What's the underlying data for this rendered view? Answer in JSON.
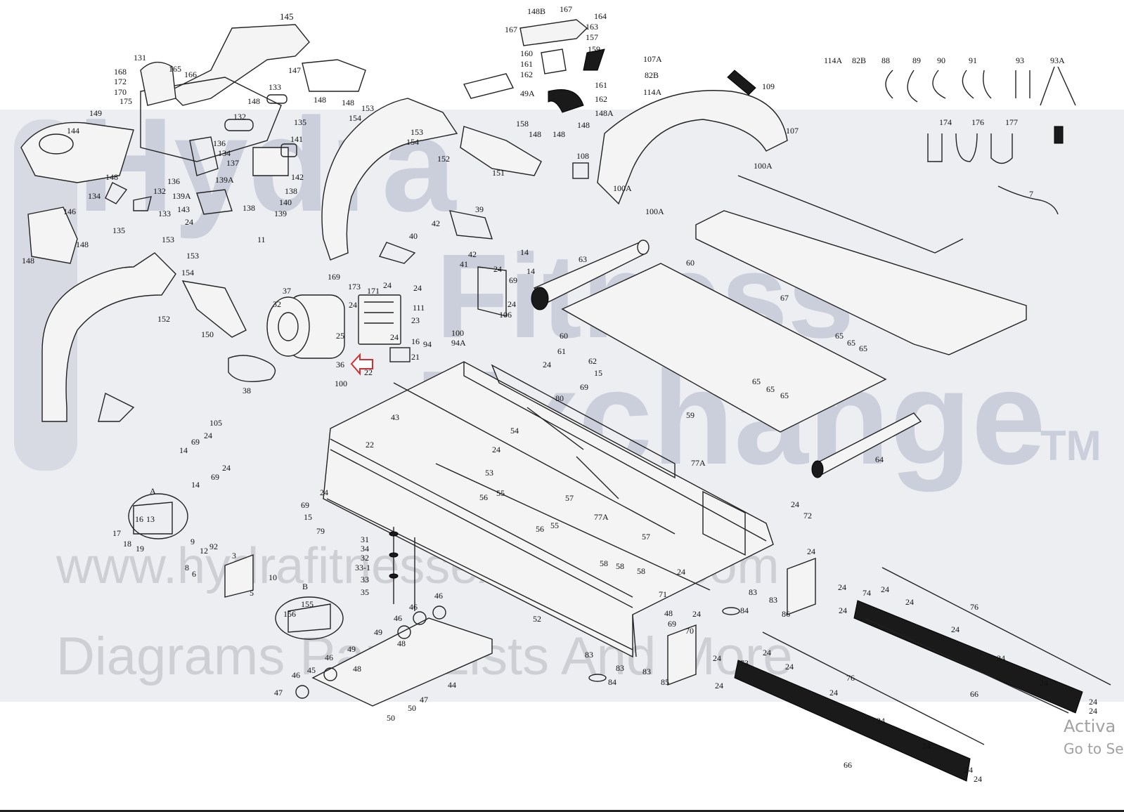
{
  "watermark": {
    "brand_line1": "Hydra",
    "brand_line2": "Fitness",
    "brand_line3": "Exchange",
    "trademark": "TM",
    "url": "www.hydrafitnessexchange.com",
    "tagline": "Diagrams Parts Lists And More"
  },
  "os_overlay": {
    "line1": "Activa",
    "line2": "Go to Se"
  },
  "callout_labels": {
    "p145": "145",
    "p131": "131",
    "p168": "168",
    "p172": "172",
    "p170": "170",
    "p175": "175",
    "p165": "165",
    "p166": "166",
    "p149": "149",
    "p144": "144",
    "p133": "133",
    "p132": "132",
    "p135": "135",
    "p136": "136",
    "p134": "134",
    "p137": "137",
    "p148": "148",
    "p139a": "139A",
    "p141": "141",
    "p142": "142",
    "p138": "138",
    "p140": "140",
    "p139": "139",
    "p143": "143",
    "p147": "147",
    "p146": "146",
    "p153": "153",
    "p154": "154",
    "p152": "152",
    "p150": "150",
    "p11": "11",
    "p37": "37",
    "p32": "32",
    "p38": "38",
    "p36": "36",
    "p25": "25",
    "p23": "23",
    "p24": "24",
    "p111": "111",
    "p169": "169",
    "p173": "173",
    "p171": "171",
    "p40": "40",
    "p42": "42",
    "p39": "39",
    "p41": "41",
    "p151": "151",
    "p148b": "148B",
    "p167": "167",
    "p164": "164",
    "p163": "163",
    "p157": "157",
    "p159": "159",
    "p160": "160",
    "p161": "161",
    "p162": "162",
    "p49a": "49A",
    "p158": "158",
    "p148a": "148A",
    "p107a": "107A",
    "p82b": "82B",
    "p114a": "114A",
    "p109": "109",
    "p107": "107",
    "p100a": "100A",
    "p108": "108",
    "p88": "88",
    "p89": "89",
    "p90": "90",
    "p91": "91",
    "p93": "93",
    "p93a": "93A",
    "p174": "174",
    "p176": "176",
    "p177": "177",
    "p7": "7",
    "p63": "63",
    "p60": "60",
    "p67": "67",
    "p14": "14",
    "p69": "69",
    "p106": "106",
    "p61": "61",
    "p62": "62",
    "p15": "15",
    "p80": "80",
    "p65": "65",
    "p59": "59",
    "p64": "64",
    "p16": "16",
    "p21": "21",
    "p94": "94",
    "p94a": "94A",
    "p100": "100",
    "p22": "22",
    "p43": "43",
    "p105": "105",
    "p54": "54",
    "p53": "53",
    "p77a": "77A",
    "p57": "57",
    "p56": "56",
    "p55": "55",
    "p72": "72",
    "pA": "A",
    "pB": "B",
    "p13": "13",
    "p17": "17",
    "p18": "18",
    "p19": "19",
    "p9": "9",
    "p12": "12",
    "p92": "92",
    "p3": "3",
    "p8": "8",
    "p6": "6",
    "p5": "5",
    "p10": "10",
    "p79": "79",
    "p31": "31",
    "p34": "34",
    "p33_1": "33-1",
    "p33": "33",
    "p35": "35",
    "p156": "156",
    "p155": "155",
    "p46": "46",
    "p49": "49",
    "p48": "48",
    "p45": "45",
    "p47": "47",
    "p44": "44",
    "p50": "50",
    "p52": "52",
    "p83": "83",
    "p84": "84",
    "p58": "58",
    "p71": "71",
    "p70": "70",
    "p85": "85",
    "p86": "86",
    "p74": "74",
    "p76": "76",
    "p66": "66",
    "p73": "73"
  }
}
